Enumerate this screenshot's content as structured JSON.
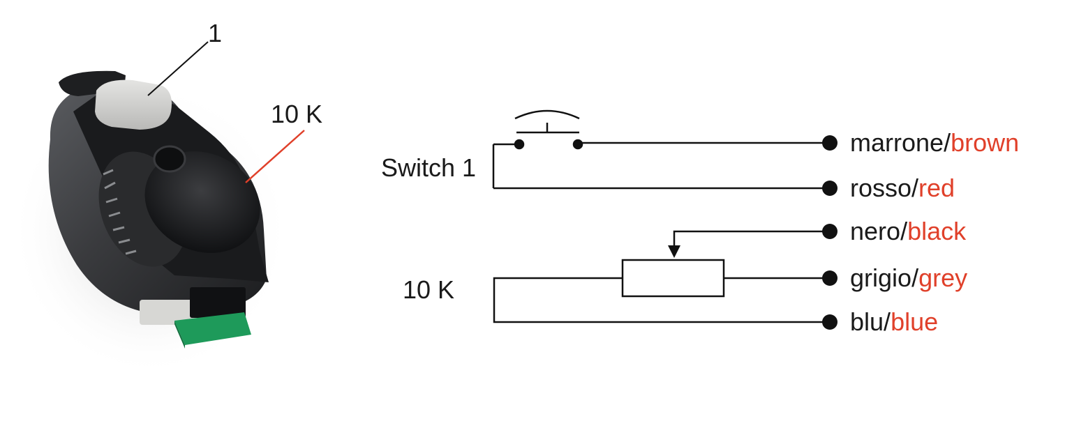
{
  "product": {
    "callouts": {
      "button": "1",
      "potentiometer": "10 K"
    },
    "colors": {
      "body_dark": "#2a2b2d",
      "body_mid": "#4a4c4f",
      "button_grey": "#cfcfcd",
      "cap_light": "#d9d9d6",
      "pcb_green": "#1e9a5a",
      "pot_callout_line": "#e0402a"
    }
  },
  "schematic": {
    "switch_label": "Switch 1",
    "pot_label": "10 K",
    "wires": [
      {
        "it": "marrone",
        "sep": "/",
        "en": "brown"
      },
      {
        "it": "rosso",
        "sep": "/",
        "en": "red"
      },
      {
        "it": "nero",
        "sep": "/",
        "en": "black"
      },
      {
        "it": "grigio",
        "sep": "/",
        "en": "grey"
      },
      {
        "it": "blu",
        "sep": "/",
        "en": "blue"
      }
    ],
    "colors": {
      "line": "#111111",
      "english_text": "#e0402a"
    }
  }
}
